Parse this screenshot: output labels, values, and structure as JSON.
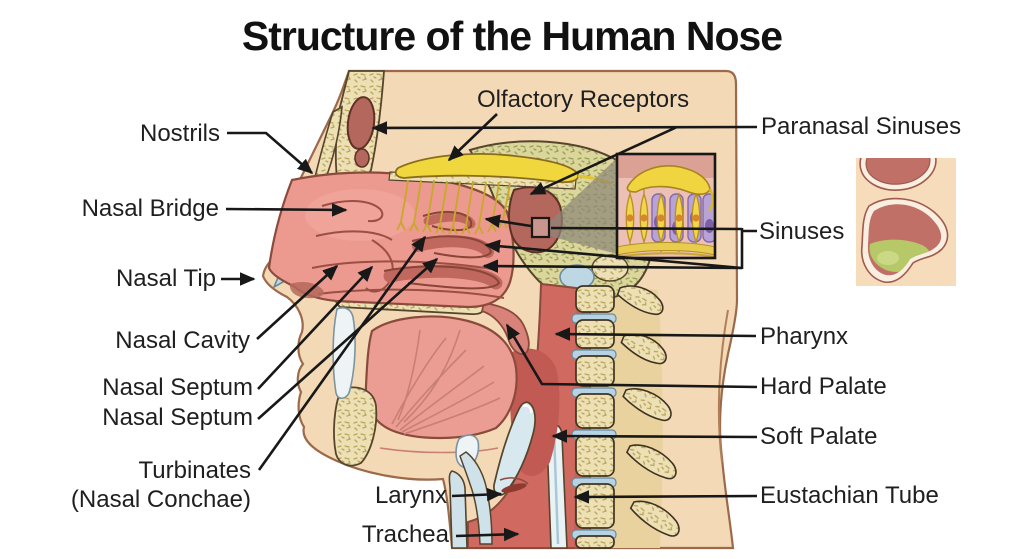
{
  "title": "Structure of the Human Nose",
  "labels": {
    "olfactory_receptors": "Olfactory Receptors",
    "nostrils": "Nostrils",
    "nasal_bridge": "Nasal Bridge",
    "nasal_tip": "Nasal Tip",
    "nasal_cavity": "Nasal Cavity",
    "nasal_septum_1": "Nasal Septum",
    "nasal_septum_2": "Nasal Septum",
    "turbinates": "Turbinates",
    "turbinates_sub": "(Nasal Conchae)",
    "larynx": "Larynx",
    "trachea": "Trachea",
    "paranasal_sinuses": "Paranasal Sinuses",
    "sinuses": "Sinuses",
    "pharynx": "Pharynx",
    "hard_palate": "Hard Palate",
    "soft_palate": "Soft Palate",
    "eustachian_tube": "Eustachian Tube"
  },
  "palette": {
    "background": "#ffffff",
    "text": "#1f1f1f",
    "line_black": "#181818",
    "skin": "#f3d9b5",
    "bone": "#ece0b4",
    "bone_speckle": "#b9a55e",
    "cavity_pink": "#ec9a90",
    "sinus_red": "#b4675c",
    "pharynx_red": "#d06a60",
    "olfactory_yellow": "#f0d73e",
    "cartilage_blue": "#bfdbe6",
    "disc_blue": "#b7d2e2",
    "cell_purple": "#b7a3d6",
    "mucus_green": "#b6c868"
  }
}
